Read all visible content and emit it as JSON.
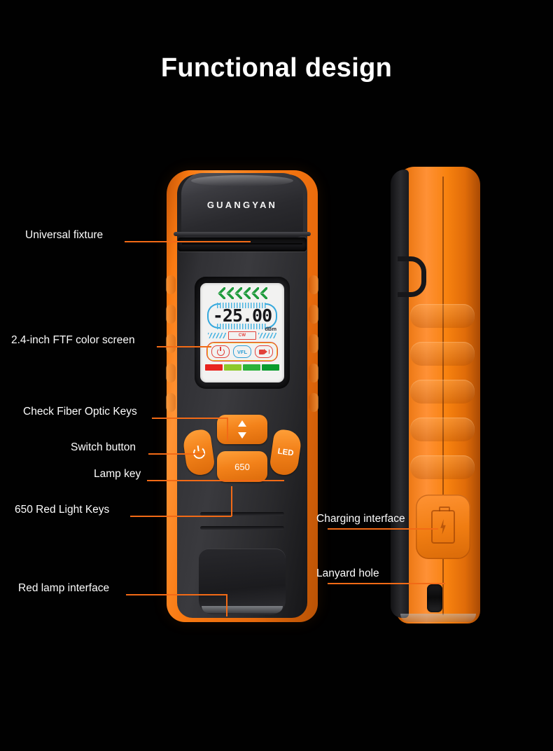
{
  "page": {
    "title": "Functional design",
    "background_color": "#000000",
    "accent_color": "#f26a16",
    "device_orange": "#f97a12"
  },
  "device": {
    "brand": "GUANGYAN",
    "screen": {
      "reading": "-25.00",
      "unit": "dBm",
      "status_label": "CW",
      "chevron_count": 6,
      "chevron_color": "#1f9b3d",
      "badges": [
        {
          "name": "power-icon",
          "label": "",
          "color": "#e2403a"
        },
        {
          "name": "vfl-badge",
          "label": "VFL",
          "color": "#2d9fd6"
        },
        {
          "name": "lamp-icon",
          "label": "",
          "color": "#e2403a"
        }
      ],
      "bar_segments": [
        {
          "name": "segment-red",
          "color": "#e8241f"
        },
        {
          "name": "segment-light-green",
          "color": "#8dc92b"
        },
        {
          "name": "segment-green",
          "color": "#2bb23a"
        },
        {
          "name": "segment-dark-green",
          "color": "#0a9c2e"
        }
      ]
    },
    "keys": {
      "up_down": "",
      "power": "",
      "led": "LED",
      "red_light": "650"
    }
  },
  "callouts_left": [
    {
      "id": "universal-fixture",
      "label": "Universal fixture"
    },
    {
      "id": "color-screen",
      "label": "2.4-inch FTF color screen"
    },
    {
      "id": "check-fiber-optic-keys",
      "label": "Check Fiber Optic Keys"
    },
    {
      "id": "switch-button",
      "label": "Switch button"
    },
    {
      "id": "lamp-key",
      "label": "Lamp key"
    },
    {
      "id": "red-light-keys",
      "label": "650 Red Light Keys"
    },
    {
      "id": "red-lamp-interface",
      "label": "Red lamp interface"
    }
  ],
  "callouts_right": [
    {
      "id": "charging-interface",
      "label": "Charging interface"
    },
    {
      "id": "lanyard-hole",
      "label": "Lanyard hole"
    }
  ]
}
